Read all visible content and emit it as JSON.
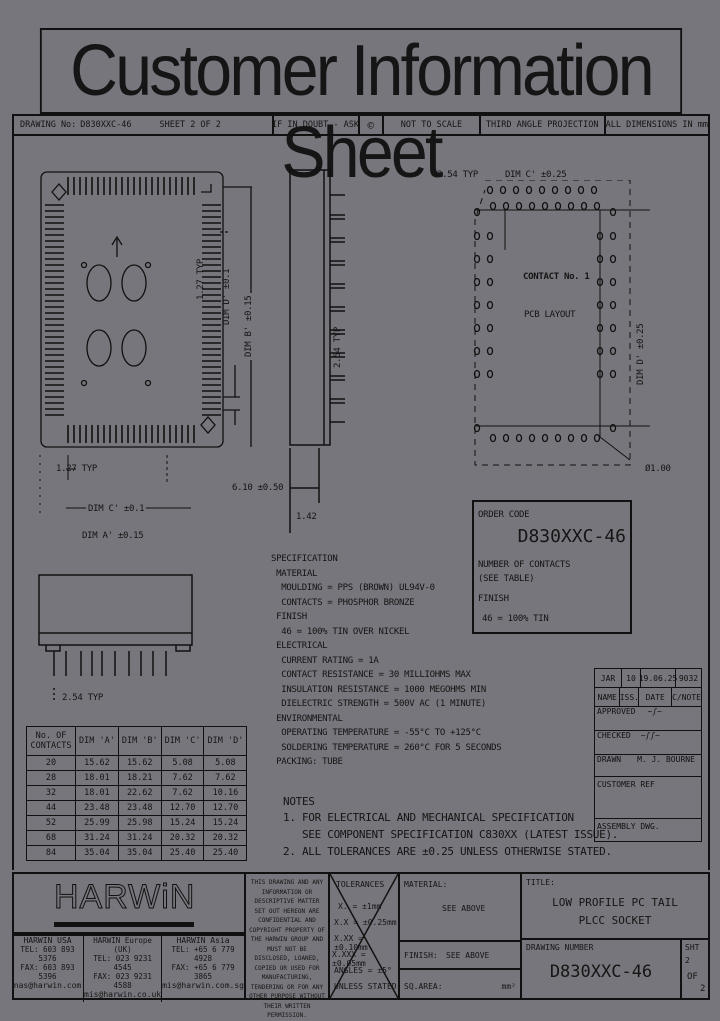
{
  "header": {
    "title": "Customer Information Sheet",
    "drawing_no_label": "DRAWING No:",
    "drawing_no": "D830XXC-46",
    "sheet": "SHEET 2 OF 2",
    "if_in_doubt": "IF IN DOUBT - ASK",
    "copyright": "©",
    "scale": "NOT TO SCALE",
    "projection": "THIRD ANGLE PROJECTION",
    "units": "ALL DIMENSIONS IN mm"
  },
  "top_view": {
    "dim_127_typ": "1.27 TYP",
    "dim_d": "DIM D' ±0.1",
    "dim_b": "DIM B' ±0.15",
    "dim_127_typ_bottom": "1.27 TYP",
    "dim_c": "DIM C' ±0.1",
    "dim_a": "DIM A' ±0.15"
  },
  "side_view": {
    "pitch": "2.54 TYP",
    "height": "6.10 ±0.50",
    "pin_length": "1.42"
  },
  "front_view": {
    "pitch": "2.54 TYP"
  },
  "pcb_layout": {
    "pitch": "2.54 TYP",
    "dim_c": "DIM C' ±0.25",
    "dim_d": "DIM D' ±0.25",
    "contact_label": "CONTACT No. 1",
    "label": "PCB LAYOUT",
    "hole_dia": "Ø1.00"
  },
  "order_code": {
    "heading": "ORDER CODE",
    "code": "D830XXC-46",
    "contacts_label": "NUMBER OF CONTACTS",
    "contacts_note": "(SEE TABLE)",
    "finish_label": "FINISH",
    "finish_value": "46 = 100% TIN"
  },
  "specification": {
    "lines": [
      "SPECIFICATION",
      " MATERIAL",
      "  MOULDING = PPS (BROWN) UL94V-0",
      "  CONTACTS = PHOSPHOR BRONZE",
      " FINISH",
      "  46 = 100% TIN OVER NICKEL",
      " ELECTRICAL",
      "  CURRENT RATING = 1A",
      "  CONTACT RESISTANCE = 30 MILLIOHMS MAX",
      "  INSULATION RESISTANCE = 1000 MEGOHMS MIN",
      "  DIELECTRIC STRENGTH = 500V AC (1 MINUTE)",
      " ENVIRONMENTAL",
      "  OPERATING TEMPERATURE = -55°C TO +125°C",
      "  SOLDERING TEMPERATURE = 260°C FOR 5 SECONDS",
      " PACKING: TUBE"
    ]
  },
  "contacts_table": {
    "headers": [
      "No. OF CONTACTS",
      "DIM 'A'",
      "DIM 'B'",
      "DIM 'C'",
      "DIM 'D'"
    ],
    "rows": [
      [
        "20",
        "15.62",
        "15.62",
        "5.08",
        "5.08"
      ],
      [
        "28",
        "18.01",
        "18.21",
        "7.62",
        "7.62"
      ],
      [
        "32",
        "18.01",
        "22.62",
        "7.62",
        "10.16"
      ],
      [
        "44",
        "23.48",
        "23.48",
        "12.70",
        "12.70"
      ],
      [
        "52",
        "25.99",
        "25.98",
        "15.24",
        "15.24"
      ],
      [
        "68",
        "31.24",
        "31.24",
        "20.32",
        "20.32"
      ],
      [
        "84",
        "35.04",
        "35.04",
        "25.40",
        "25.40"
      ]
    ]
  },
  "notes": {
    "heading": "NOTES",
    "lines": [
      "1. FOR ELECTRICAL AND MECHANICAL SPECIFICATION",
      "   SEE COMPONENT SPECIFICATION C830XX (LATEST ISSUE).",
      "2. ALL TOLERANCES ARE ±0.25 UNLESS OTHERWISE STATED."
    ]
  },
  "revision": {
    "row1": [
      "JAR",
      "10",
      "19.06.25",
      "9032"
    ],
    "row2": [
      "NAME",
      "ISS.",
      "DATE",
      "C/NOTE"
    ],
    "approved": "APPROVED",
    "checked": "CHECKED",
    "drawn_label": "DRAWN",
    "drawn_value": "M. J. BOURNE",
    "customer_ref": "CUSTOMER REF",
    "assembly_dwg": "ASSEMBLY DWG."
  },
  "company": {
    "logo": "HARWiN",
    "offices": [
      {
        "name": "HARWIN USA",
        "tel": "TEL: 603 893 5376",
        "fax": "FAX: 603 893 5396",
        "email": "nas@harwin.com"
      },
      {
        "name": "HARWIN Europe (UK)",
        "tel": "TEL: 023 9231 4545",
        "fax": "FAX: 023 9231 4588",
        "email": "mis@harwin.co.uk"
      },
      {
        "name": "HARWIN Asia",
        "tel": "TEL: +65 6 779 4928",
        "fax": "FAX: +65 6 779 3865",
        "email": "mis@harwin.com.sg"
      }
    ]
  },
  "confidentiality": "THIS DRAWING AND ANY INFORMATION OR DESCRIPTIVE MATTER SET OUT HEREON ARE CONFIDENTIAL AND COPYRIGHT PROPERTY OF THE HARWIN GROUP AND MUST NOT BE DISCLOSED, LOANED, COPIED OR USED FOR MANUFACTURING, TENDERING OR FOR ANY OTHER PURPOSE WITHOUT THEIR WRITTEN PERMISSION.",
  "tolerances": {
    "heading": "TOLERANCES",
    "lines": [
      "X. = ±1mm",
      "X.X = ±0.25mm",
      "X.XX = ±0.10mm",
      "X.XXX = ±0.05mm",
      "ANGLES = ±5°",
      "UNLESS STATED"
    ]
  },
  "material": {
    "label": "MATERIAL:",
    "value": "SEE ABOVE"
  },
  "finish": {
    "label": "FINISH:",
    "value": "SEE ABOVE"
  },
  "sq_area": {
    "label": "SQ.AREA:",
    "unit": "mm²"
  },
  "title_block": {
    "label": "TITLE:",
    "line1": "LOW PROFILE PC TAIL",
    "line2": "PLCC SOCKET",
    "drawing_number_label": "DRAWING NUMBER",
    "drawing_number": "D830XXC-46",
    "sheet_label": "SHT",
    "sheet_num": "2",
    "sheet_of": "OF",
    "sheet_total": "2"
  }
}
